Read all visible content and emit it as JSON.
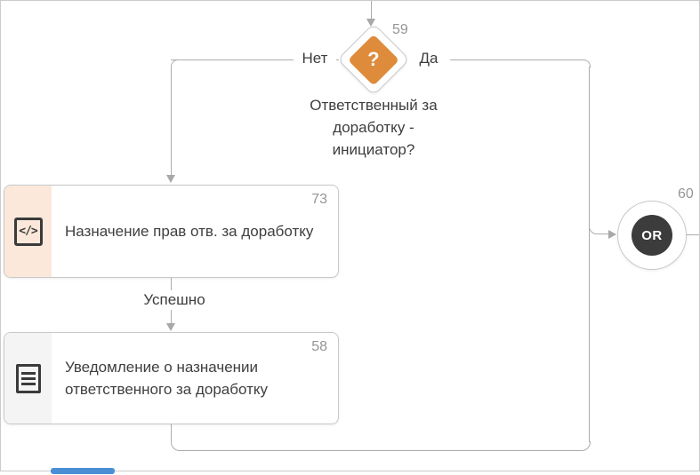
{
  "diagram": {
    "decision": {
      "number": "59",
      "icon_glyph": "?",
      "question": "Ответственный за доработку - инициатор?",
      "branch_no": "Нет",
      "branch_yes": "Да",
      "color": "#DE8C3B"
    },
    "assign_task": {
      "number": "73",
      "title": "Назначение прав отв. за доработку",
      "icon": "code-icon",
      "icon_glyph": "</>",
      "accent_color": "#FBE8DA"
    },
    "notify_task": {
      "number": "58",
      "title": "Уведомление о назначении ответственного за доработку",
      "icon": "document-icon",
      "accent_color": "#F4F4F4"
    },
    "or_gateway": {
      "number": "60",
      "label": "OR",
      "fill_color": "#3C3C3C"
    },
    "edges": {
      "success_label": "Успешно"
    },
    "colors": {
      "line": "#ACACAC",
      "shape_border": "#C8C8C8",
      "text": "#3D3D3D",
      "number": "#959595",
      "scrollbar": "#4A8FD6"
    }
  }
}
